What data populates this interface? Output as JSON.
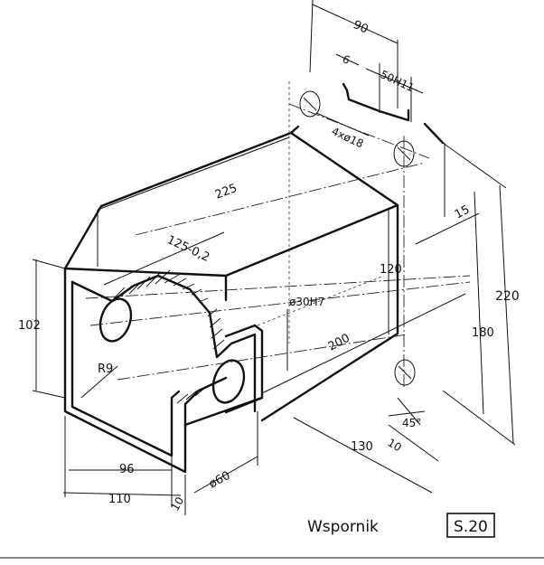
{
  "title": "Wspornik",
  "sheet_label": "S.20",
  "dimensions": {
    "d90": "90",
    "d6": "6",
    "d50h11": "50H11",
    "d4x18": "4xø18",
    "d15": "15",
    "d225": "225",
    "d125": "125-0,2",
    "d120": "120",
    "d220": "220",
    "d180": "180",
    "d102": "102",
    "d30h7": "ø30H7",
    "d200": "200",
    "r9": "R9",
    "d45": "45°",
    "d130": "130",
    "d10a": "10",
    "d96": "96",
    "d110": "110",
    "d10b": "10",
    "d60": "ø60"
  },
  "colors": {
    "ink": "#111111",
    "paper": "#ffffff"
  }
}
